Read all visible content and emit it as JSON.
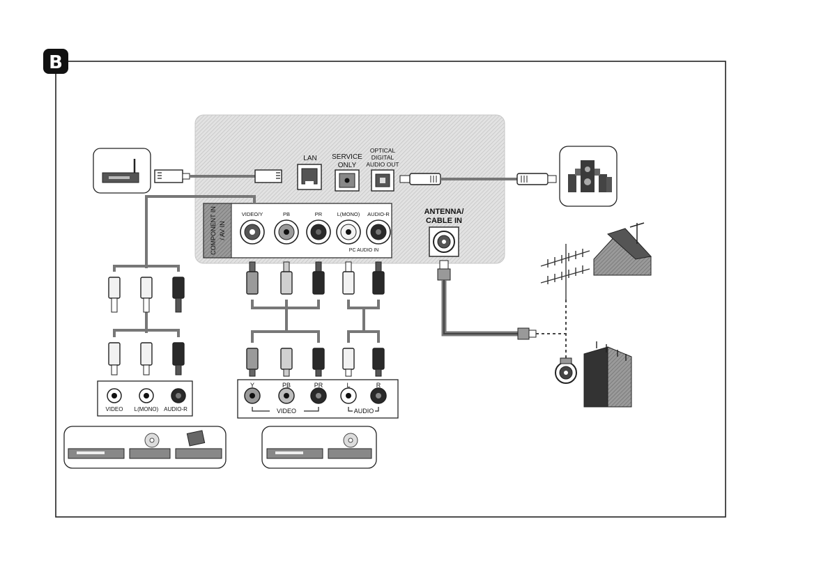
{
  "figure_label": "B",
  "tv_panel": {
    "lan": "LAN",
    "service_only": [
      "SERVICE",
      "ONLY"
    ],
    "optical_audio_out": [
      "OPTICAL",
      "DIGITAL",
      "AUDIO OUT"
    ],
    "component_in": [
      "COMPONENT IN",
      "/ AV IN"
    ],
    "video_y": "VIDEO/Y",
    "pb": "PB",
    "pr": "PR",
    "l_mono": "L(MONO)",
    "audio_r": "AUDIO-R",
    "pc_audio_in": "PC AUDIO IN",
    "antenna_cable_in": [
      "ANTENNA/",
      "CABLE IN"
    ]
  },
  "av_device_panel": {
    "video": "VIDEO",
    "l_mono": "L(MONO)",
    "audio_r": "AUDIO-R"
  },
  "component_device_panel": {
    "y": "Y",
    "pb": "PB",
    "pr": "PR",
    "l": "L",
    "r": "R",
    "video": "VIDEO",
    "audio": "AUDIO"
  },
  "colors": {
    "frame": "#222222",
    "cable": "#777777",
    "panel": "#d8d8d8",
    "dark": "#2a2a2a",
    "connector_light": "#f2f2f2",
    "connector_mid": "#9a9a9a"
  }
}
